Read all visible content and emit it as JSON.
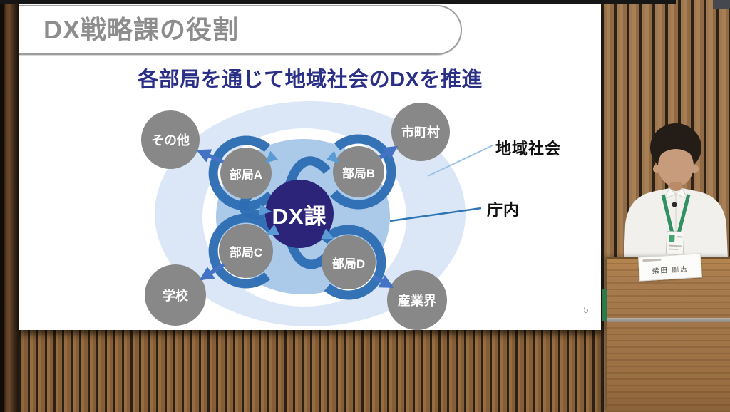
{
  "theme": {
    "slide_bg": "#ffffff",
    "top_bar": "#161616",
    "title_text": "#8d8d8d",
    "title_border": "#9e9e9e",
    "subtitle_text": "#2b3087",
    "node_gray": "#888888",
    "node_text": "#ffffff",
    "center_navy": "#2b2478",
    "ellipse_outer": "#dbe7f6",
    "ellipse_inner": "#abc9e9",
    "swirl_blue": "#2e6db4",
    "swirl_head": "#5b9bd5",
    "arrow_blue": "#4472c4",
    "line_light": "#9cc2e5",
    "line_dark": "#2e75b6",
    "annotation_text": "#111111",
    "page_num": "#9a9a9a",
    "lanyard_green": "#2f9161",
    "plate_green": "#2c7a4b",
    "wood_plank": "#a87f55",
    "wood_groove": "#2c2114",
    "wood_lower": "#966d41",
    "podium_wood": "#a97c4f",
    "skin": "#c79c7c",
    "hair": "#241c16",
    "shirt": "#f1f0ec"
  },
  "slide": {
    "title": "DX戦略課の役割",
    "subtitle": "各部局を通じて地域社会のDXを推進",
    "page_number": "5",
    "diagram": {
      "center_label": "DX課",
      "inner_nodes": [
        {
          "label": "部局A"
        },
        {
          "label": "部局B"
        },
        {
          "label": "部局C"
        },
        {
          "label": "部局D"
        }
      ],
      "outer_nodes": [
        {
          "label": "その他"
        },
        {
          "label": "市町村"
        },
        {
          "label": "学校"
        },
        {
          "label": "産業界"
        }
      ],
      "annotations": [
        {
          "label": "地域社会"
        },
        {
          "label": "庁内"
        }
      ]
    }
  },
  "presenter": {
    "name_plate": "柴田 剛志"
  }
}
